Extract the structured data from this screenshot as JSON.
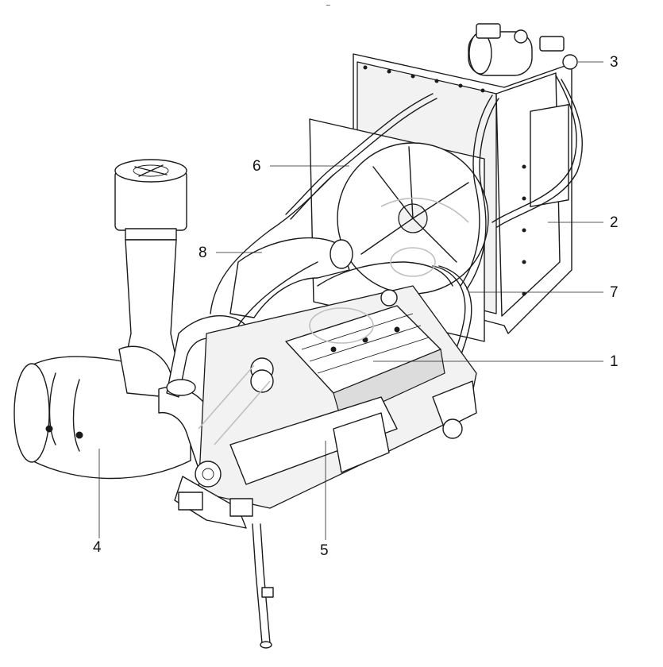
{
  "figure": {
    "header_mark": "~ ",
    "callouts": [
      {
        "id": "1",
        "label": "1"
      },
      {
        "id": "2",
        "label": "2"
      },
      {
        "id": "3",
        "label": "3"
      },
      {
        "id": "4",
        "label": "4"
      },
      {
        "id": "5",
        "label": "5"
      },
      {
        "id": "6",
        "label": "6"
      },
      {
        "id": "7",
        "label": "7"
      },
      {
        "id": "8",
        "label": "8"
      }
    ]
  }
}
